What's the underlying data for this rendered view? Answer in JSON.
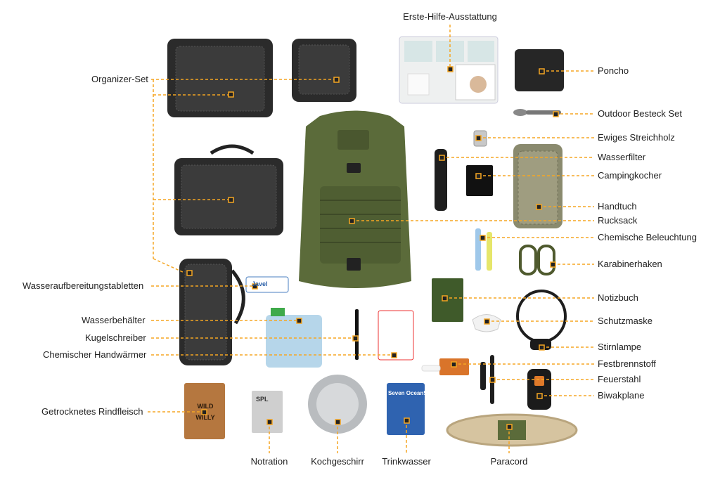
{
  "labels": {
    "erste_hilfe": "Erste-Hilfe-Ausstattung",
    "poncho": "Poncho",
    "besteck": "Outdoor Besteck Set",
    "streichholz": "Ewiges Streichholz",
    "wasserfilter": "Wasserfilter",
    "campingkocher": "Campingkocher",
    "handtuch": "Handtuch",
    "rucksack": "Rucksack",
    "beleuchtung": "Chemische Beleuchtung",
    "karabiner": "Karabinerhaken",
    "notizbuch": "Notizbuch",
    "schutzmaske": "Schutzmaske",
    "stirnlampe": "Stirnlampe",
    "festbrennstoff": "Festbrennstoff",
    "feuerstahl": "Feuerstahl",
    "biwakplane": "Biwakplane",
    "paracord": "Paracord",
    "organizer": "Organizer-Set",
    "wasseraufbereitung": "Wasseraufbereitungstabletten",
    "wasserbehaelter": "Wasserbehälter",
    "kugelschreiber": "Kugelschreiber",
    "handwaermer": "Chemischer Handwärmer",
    "rindfleisch": "Getrocknetes Rindfleisch",
    "notration": "Notration",
    "kochgeschirr": "Kochgeschirr",
    "trinkwasser": "Trinkwasser"
  },
  "product_text": {
    "javel": "Javel",
    "wild_willy": "WILD WILLY",
    "seven_oceans": "Seven OceanS",
    "notration_brand": "SPL"
  },
  "colors": {
    "accent": "#f5a623",
    "olive": "#5b6b3a",
    "dark": "#2a2a2a",
    "text": "#222222"
  }
}
